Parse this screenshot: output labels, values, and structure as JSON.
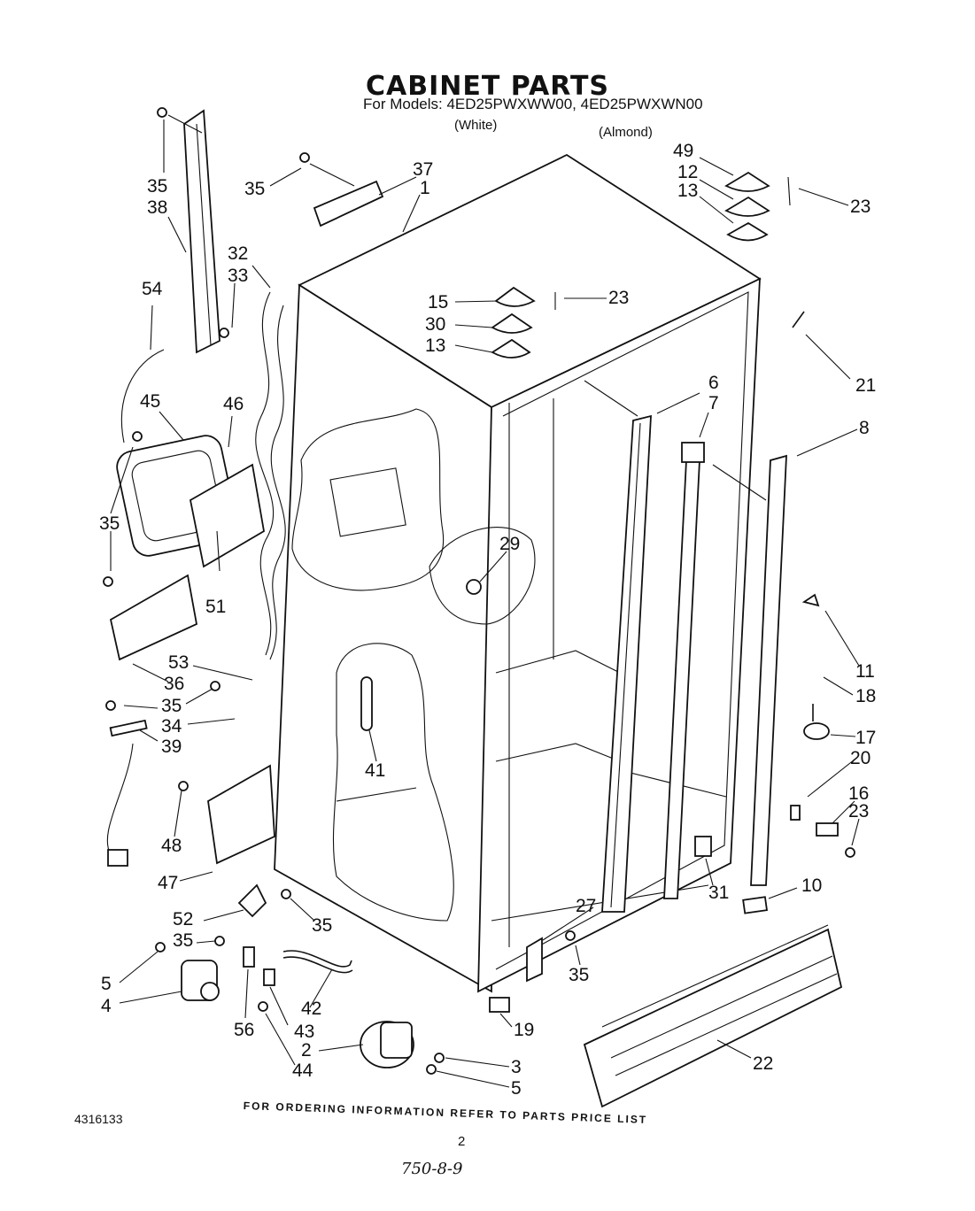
{
  "header": {
    "title": "CABINET PARTS",
    "models_line": "For Models: 4ED25PWXWW00, 4ED25PWXWN00",
    "color_white": "(White)",
    "color_almond": "(Almond)"
  },
  "footer": {
    "doc_number": "4316133",
    "ordering_note": "FOR ORDERING INFORMATION REFER TO PARTS PRICE LIST",
    "page_number": "2",
    "handwritten_code": "750-8-9"
  },
  "callouts": [
    "35",
    "38",
    "35",
    "37",
    "1",
    "49",
    "12",
    "13",
    "23",
    "54",
    "32",
    "33",
    "15",
    "30",
    "13",
    "23",
    "21",
    "45",
    "46",
    "6",
    "7",
    "8",
    "35",
    "29",
    "51",
    "11",
    "53",
    "36",
    "35",
    "34",
    "39",
    "18",
    "17",
    "41",
    "20",
    "16",
    "23",
    "48",
    "47",
    "31",
    "10",
    "52",
    "35",
    "27",
    "5",
    "4",
    "35",
    "56",
    "43",
    "44",
    "42",
    "2",
    "3",
    "5",
    "19",
    "35",
    "22"
  ]
}
